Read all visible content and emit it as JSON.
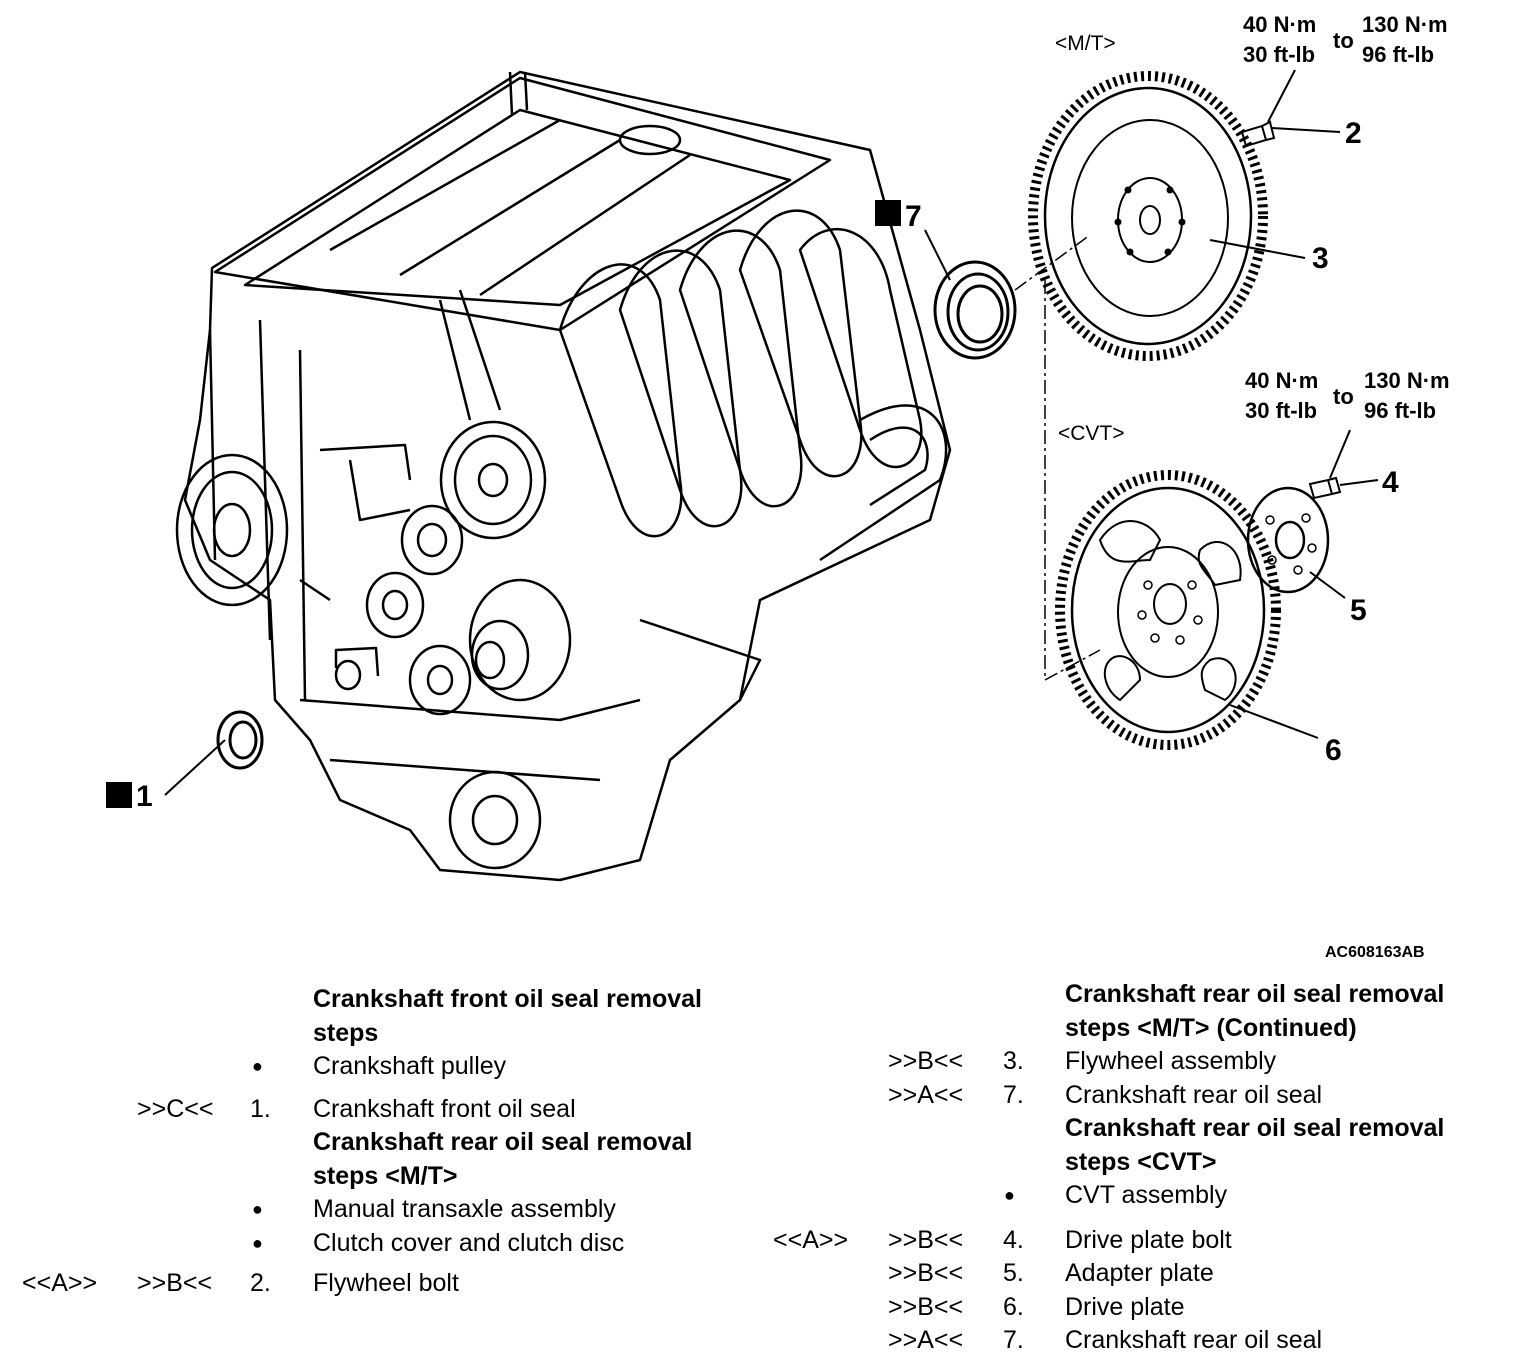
{
  "figure": {
    "id": "AC608163AB",
    "variants": {
      "mt": "<M/T>",
      "cvt": "<CVT>"
    },
    "torque_mt": {
      "a_nm": "40 N·m",
      "a_ftlb": "30 ft-lb",
      "to": "to",
      "b_nm": "130 N·m",
      "b_ftlb": "96 ft-lb"
    },
    "torque_cvt": {
      "a_nm": "40 N·m",
      "a_ftlb": "30 ft-lb",
      "to": "to",
      "b_nm": "130 N·m",
      "b_ftlb": "96 ft-lb"
    },
    "callouts": {
      "c1": "1",
      "c2": "2",
      "c3": "3",
      "c4": "4",
      "c5": "5",
      "c6": "6",
      "c7": "7"
    },
    "new_part_marker": "N"
  },
  "left_steps": {
    "h1a": "Crankshaft front oil seal removal",
    "h1b": "steps",
    "r1": {
      "bullet": "●",
      "text": "Crankshaft pulley"
    },
    "r2": {
      "ref": ">>C<<",
      "num": "1.",
      "text": "Crankshaft front oil seal"
    },
    "h2a": "Crankshaft rear oil seal removal",
    "h2b": "steps <M/T>",
    "r3": {
      "bullet": "●",
      "text": "Manual transaxle assembly"
    },
    "r4": {
      "bullet": "●",
      "text": "Clutch cover and clutch disc"
    },
    "r5": {
      "rem": "<<A>>",
      "ref": ">>B<<",
      "num": "2.",
      "text": "Flywheel bolt"
    }
  },
  "right_steps": {
    "h1a": "Crankshaft rear oil seal removal",
    "h1b": "steps <M/T> (Continued)",
    "r1": {
      "ref": ">>B<<",
      "num": "3.",
      "text": "Flywheel assembly"
    },
    "r2": {
      "ref": ">>A<<",
      "num": "7.",
      "text": "Crankshaft rear oil seal"
    },
    "h2a": "Crankshaft rear oil seal removal",
    "h2b": "steps <CVT>",
    "r3": {
      "bullet": "●",
      "text": "CVT assembly"
    },
    "r4": {
      "rem": "<<A>>",
      "ref": ">>B<<",
      "num": "4.",
      "text": "Drive plate bolt"
    },
    "r5": {
      "ref": ">>B<<",
      "num": "5.",
      "text": "Adapter plate"
    },
    "r6": {
      "ref": ">>B<<",
      "num": "6.",
      "text": "Drive plate"
    },
    "r7": {
      "ref": ">>A<<",
      "num": "7.",
      "text": "Crankshaft rear oil seal"
    }
  }
}
